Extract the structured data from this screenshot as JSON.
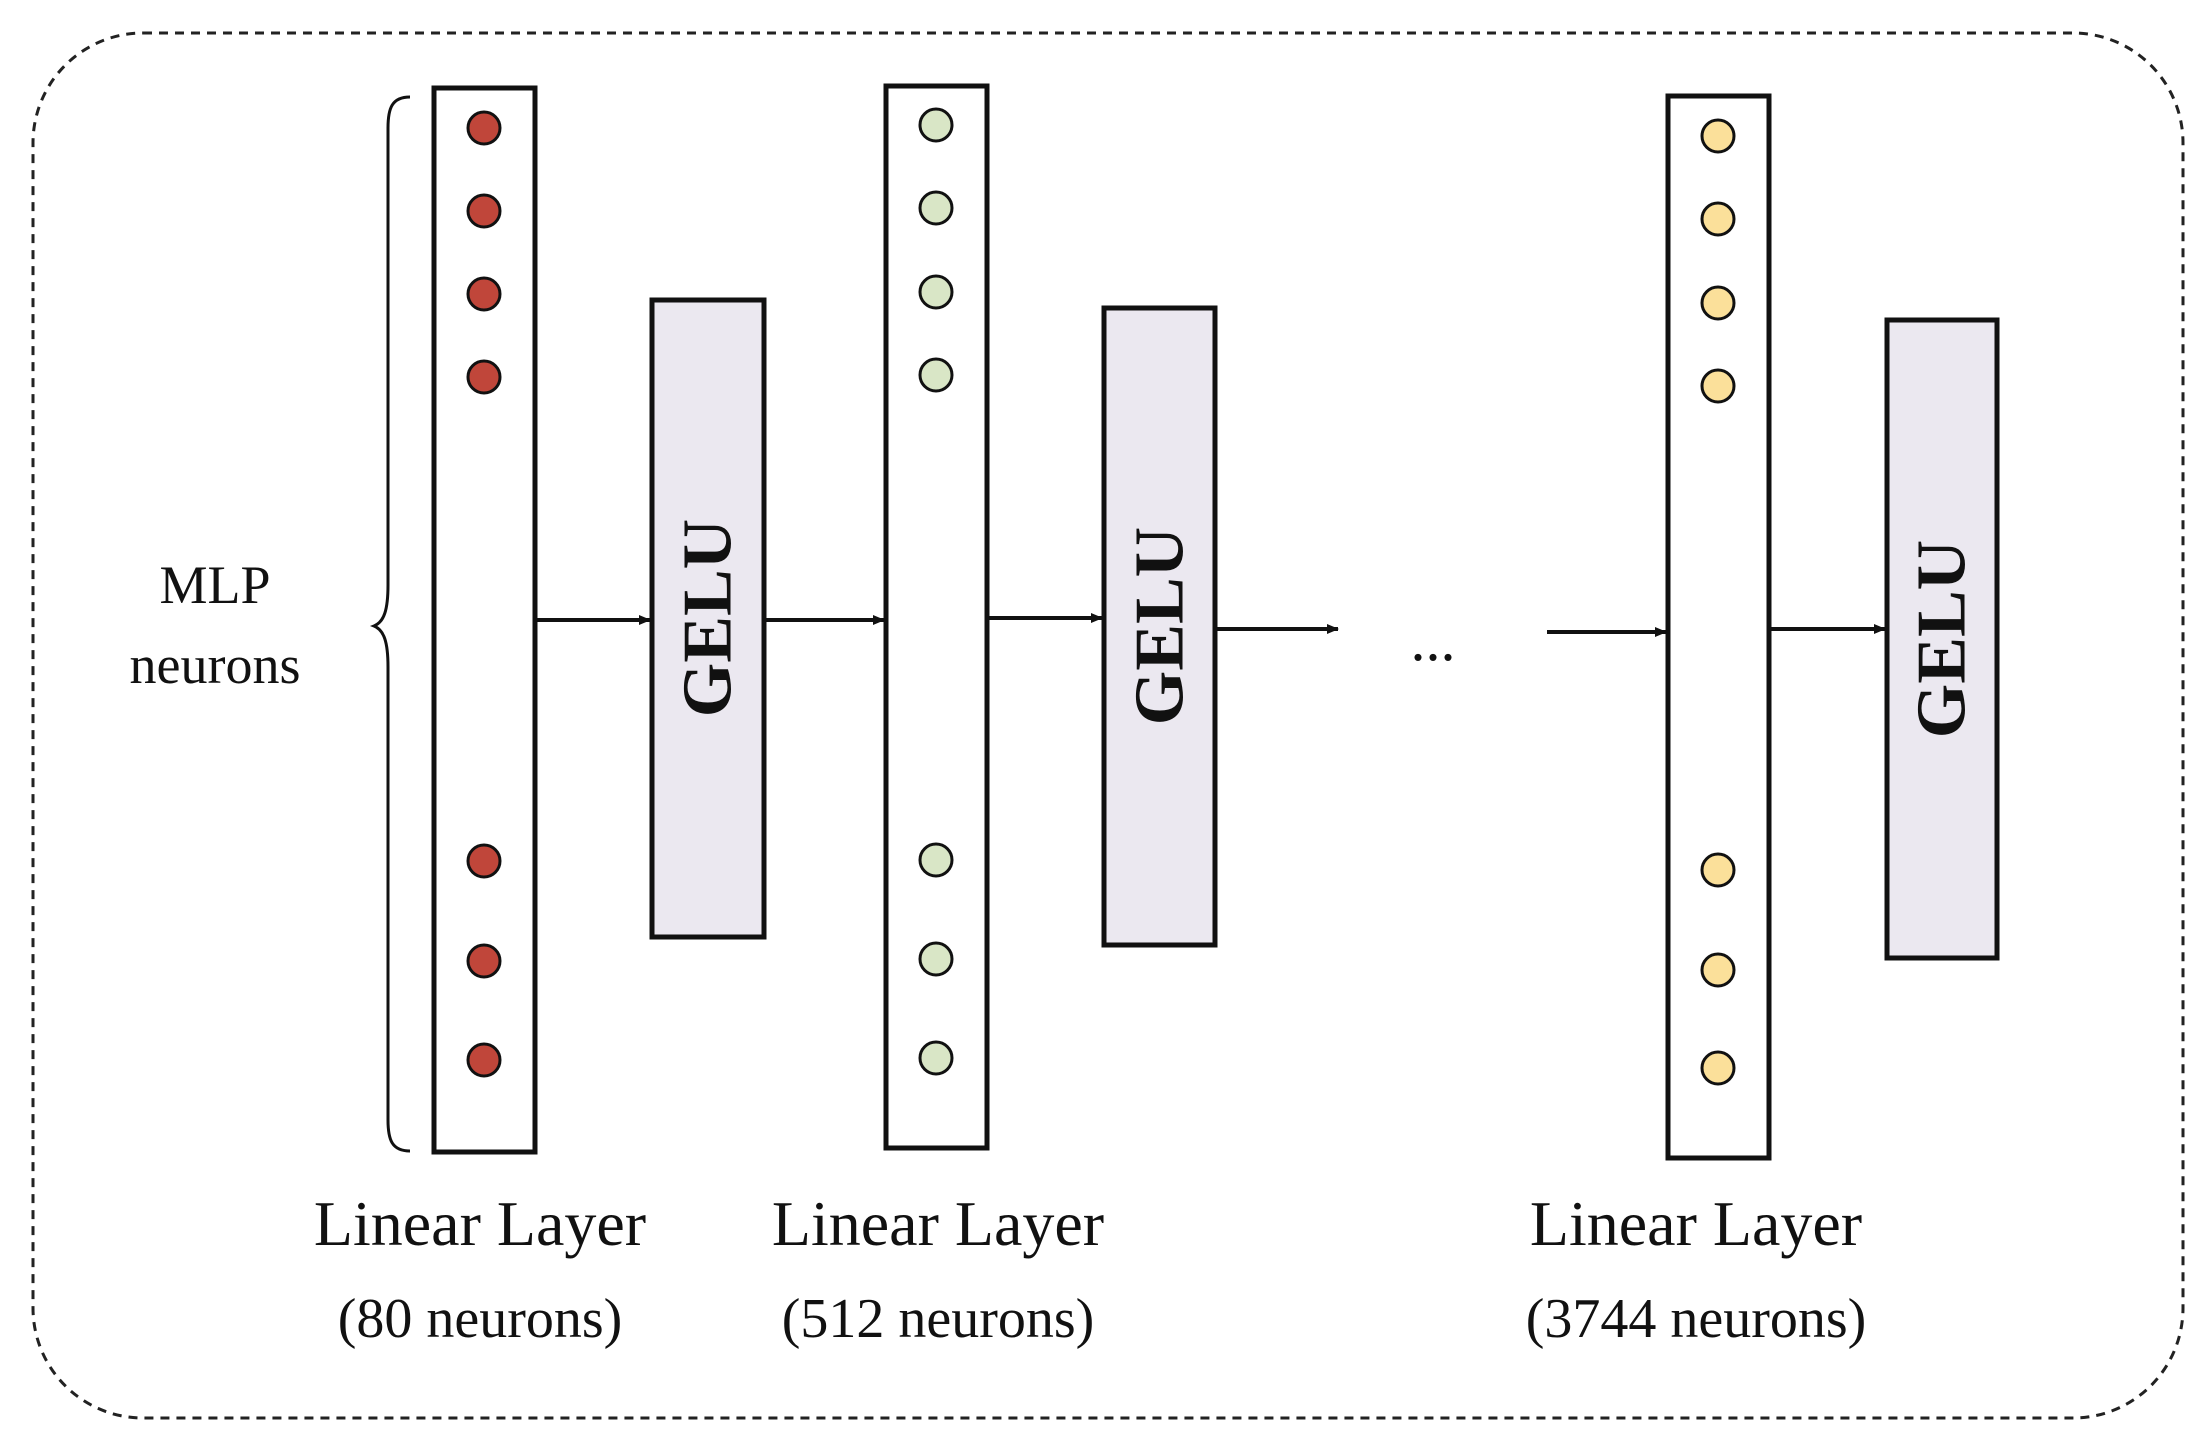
{
  "side_label": {
    "line1": "MLP",
    "line2": "neurons"
  },
  "layers": [
    {
      "title": "Linear Layer",
      "subtitle": "(80 neurons)",
      "neuron_color": "#c0463a"
    },
    {
      "title": "Linear Layer",
      "subtitle": "(512 neurons)",
      "neuron_color": "#d9e6c6"
    },
    {
      "title": "Linear Layer",
      "subtitle": "(3744 neurons)",
      "neuron_color": "#fbe09a"
    }
  ],
  "activation": {
    "label": "GELU",
    "fill_color": "#ebe8f0"
  },
  "ellipsis": "...",
  "colors": {
    "stroke": "#111111",
    "border": "#222222"
  }
}
